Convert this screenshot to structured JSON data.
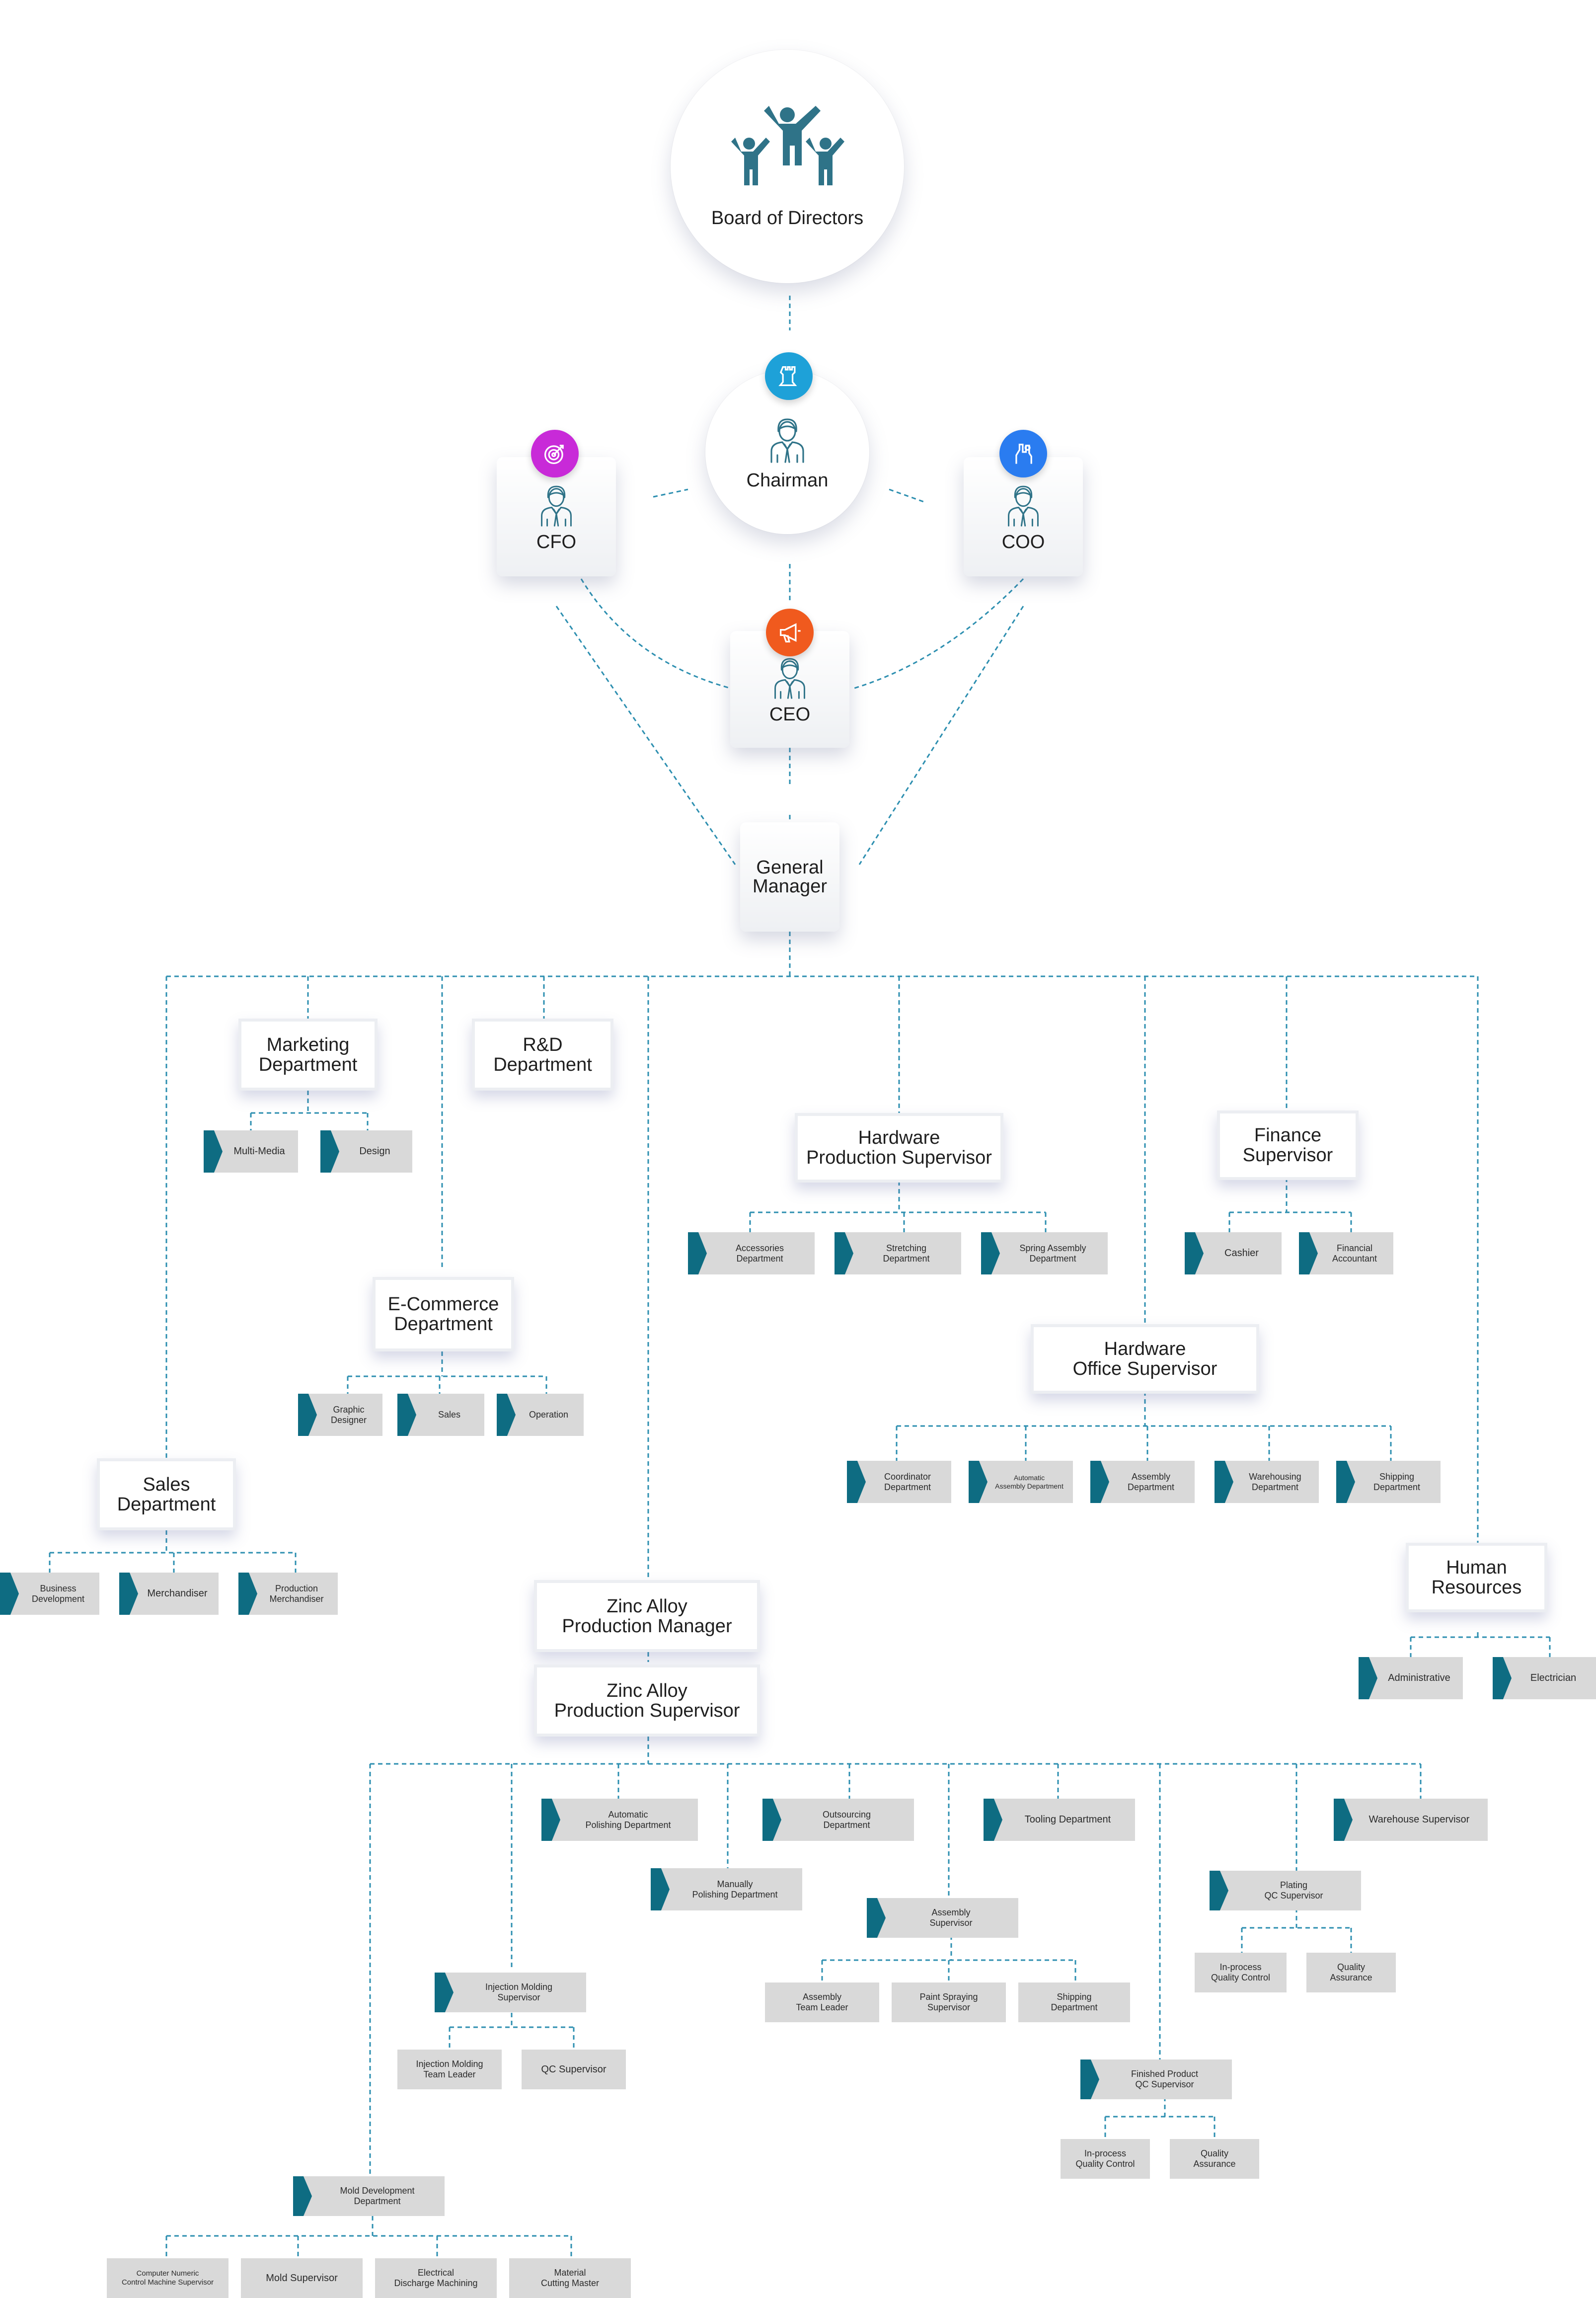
{
  "diagram": {
    "title": "",
    "colors": {
      "line": "#2d8fb0",
      "flag": "#0e6c82",
      "leaf": "#d9d9d9",
      "icon": "#2f7388",
      "badge_chairman": "#1ea1d8",
      "badge_cfo": "#c82ad8",
      "badge_coo": "#2a7cf0",
      "badge_ceo": "#f05a1e"
    },
    "executives": {
      "board": {
        "label": "Board of Directors",
        "icon": "group-raised-arms-icon"
      },
      "chairman": {
        "label": "Chairman",
        "icon": "person-icon",
        "badge": "chess-rook-icon"
      },
      "cfo": {
        "label": "CFO",
        "icon": "person-icon",
        "badge": "target-icon"
      },
      "coo": {
        "label": "COO",
        "icon": "person-icon",
        "badge": "hand-gears-icon"
      },
      "ceo": {
        "label": "CEO",
        "icon": "person-icon",
        "badge": "megaphone-icon"
      },
      "gm": {
        "label": "General\nManager"
      }
    },
    "departments": {
      "marketing": "Marketing\nDepartment",
      "rnd": "R&D\nDepartment",
      "hardware_prod": "Hardware\nProduction Supervisor",
      "finance": "Finance\nSupervisor",
      "ecommerce": "E-Commerce\nDepartment",
      "hardware_office": "Hardware\nOffice Supervisor",
      "sales": "Sales\nDepartment",
      "hr": "Human\nResources",
      "zinc_mgr": "Zinc Alloy\nProduction Manager",
      "zinc_sup": "Zinc Alloy\nProduction Supervisor"
    },
    "leaves": {
      "multimedia": "Multi-Media",
      "design": "Design",
      "accessories": "Accessories\nDepartment",
      "stretching": "Stretching\nDepartment",
      "spring": "Spring Assembly\nDepartment",
      "cashier": "Cashier",
      "fin_accountant": "Financial\nAccountant",
      "graphic": "Graphic\nDesigner",
      "ecom_sales": "Sales",
      "operation": "Operation",
      "coordinator": "Coordinator\nDepartment",
      "auto_assembly": "Automatic\nAssembly Department",
      "assembly_dept": "Assembly\nDepartment",
      "warehousing": "Warehousing\nDepartment",
      "shipping_dept": "Shipping\nDepartment",
      "business_dev": "Business\nDevelopment",
      "merchandiser": "Merchandiser",
      "prod_merch": "Production\nMerchandiser",
      "administrative": "Administrative",
      "electrician": "Electrician",
      "auto_polish": "Automatic\nPolishing Department",
      "outsourcing": "Outsourcing\nDepartment",
      "tooling": "Tooling Department",
      "warehouse_sup": "Warehouse Supervisor",
      "manual_polish": "Manually\nPolishing Department",
      "assembly_sup": "Assembly\nSupervisor",
      "plating_qc": "Plating\nQC Supervisor",
      "inproc_qc1": "In-process\nQuality Control",
      "quality_assurance1": "Quality\nAssurance",
      "assembly_leader": "Assembly\nTeam Leader",
      "paint_spray": "Paint Spraying\nSupervisor",
      "shipping_dept2": "Shipping\nDepartment",
      "injection_sup": "Injection Molding\nSupervisor",
      "injection_leader": "Injection Molding\nTeam Leader",
      "qc_sup": "QC Supervisor",
      "finished_qc": "Finished Product\nQC Supervisor",
      "inproc_qc2": "In-process\nQuality Control",
      "quality_assurance2": "Quality\nAssurance",
      "mold_dev": "Mold Development\nDepartment",
      "cnc": "Computer Numeric\nControl Machine Supervisor",
      "mold_sup": "Mold Supervisor",
      "edm": "Electrical\nDischarge Machining",
      "material_cut": "Material\nCutting Master"
    }
  }
}
